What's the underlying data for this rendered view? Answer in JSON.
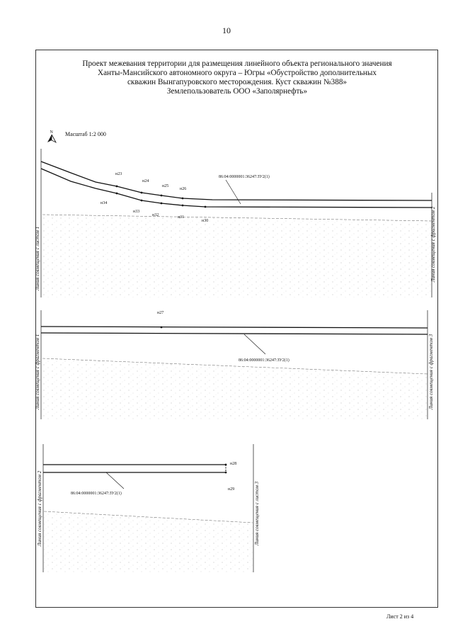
{
  "page_number": "10",
  "title_lines": [
    "Проект межевания территории для размещения линейного объекта регионального значения",
    "Ханты-Мансийского автономного округа – Югры «Обустройство дополнительных",
    "скважин Вынгапуровского месторождения. Куст скважин №388»",
    "Землепользователь ООО «Заполярнефть»"
  ],
  "north_symbol": "N",
  "scale": "Масштаб 1:2 000",
  "sheet": "Лист 2 из 4",
  "parcel_label": "86:04:0000001:36247:ЗУ2(1)",
  "fragments": {
    "f1": {
      "points": [
        "н23",
        "н24",
        "н25",
        "н26",
        "н30",
        "н31",
        "н32",
        "н33",
        "н34"
      ],
      "left_line": "Линия совмещения с листом 1",
      "right_line": "Линия совмещения с фрагментом 2"
    },
    "f2": {
      "points": [
        "н27"
      ],
      "left_line": "Линия совмещения с фрагментом 1",
      "right_line": "Линия совмещения с фрагментом 3"
    },
    "f3": {
      "points": [
        "н28",
        "н29"
      ],
      "left_line": "Линия совмещения с фрагментом 2",
      "right_line": "Линия совмещения с листом 3"
    }
  }
}
